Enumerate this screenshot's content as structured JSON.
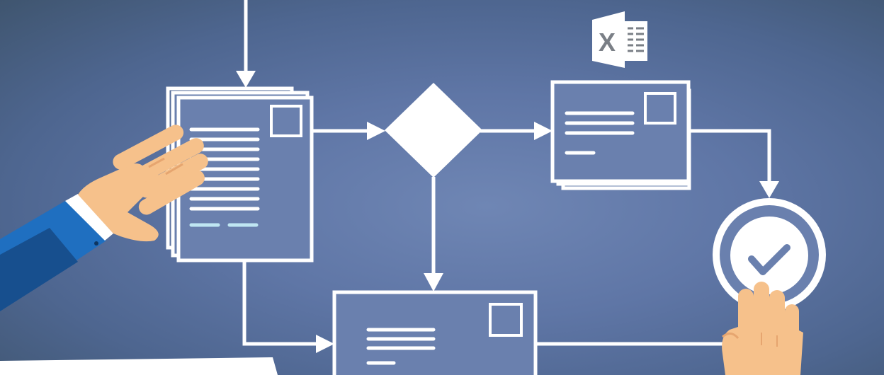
{
  "diagram": {
    "kind": "process-flowchart",
    "colors": {
      "background_center": "#6f86b4",
      "background_edge": "#3f556f",
      "line": "#ffffff",
      "highlight_lines": "#bfe6f2",
      "sleeve": "#1f6fc0",
      "sleeve_shadow": "#174f8e",
      "skin": "#f6c18b",
      "skin_shade": "#e6a56f",
      "excel_gray": "#7a7f86"
    },
    "icons": {
      "excel": {
        "name": "excel-icon",
        "letter": "X"
      },
      "approval": {
        "name": "check-circle-icon"
      }
    },
    "nodes": [
      {
        "name": "input-document",
        "kind": "document-stack"
      },
      {
        "name": "decision",
        "kind": "diamond"
      },
      {
        "name": "excel-document",
        "kind": "document-stack"
      },
      {
        "name": "bottom-document",
        "kind": "document"
      },
      {
        "name": "approval",
        "kind": "circle-check"
      }
    ]
  }
}
